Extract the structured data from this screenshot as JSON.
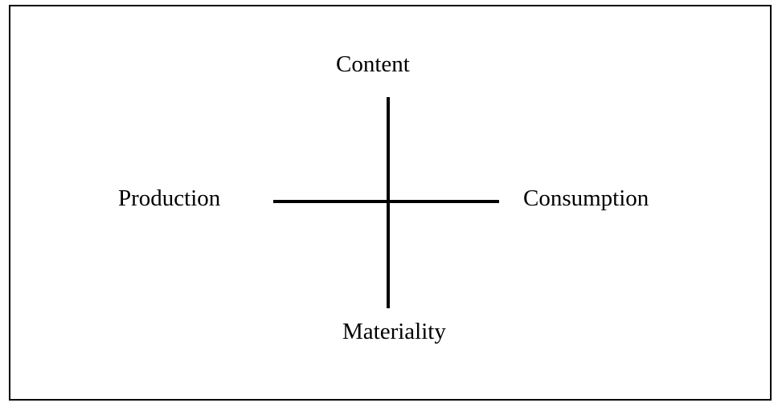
{
  "diagram": {
    "labels": {
      "top": "Content",
      "left": "Production",
      "right": "Consumption",
      "bottom": "Materiality"
    },
    "colors": {
      "line": "#000000",
      "background": "#ffffff"
    }
  }
}
